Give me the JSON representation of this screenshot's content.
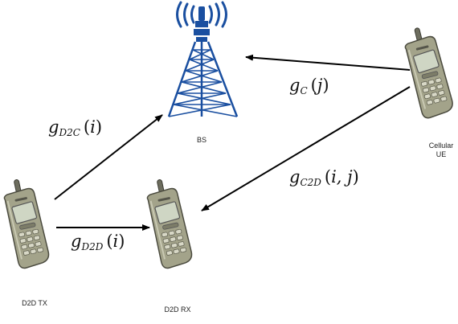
{
  "nodes": {
    "bs": "BS",
    "cellular_ue": [
      "Cellular",
      "UE"
    ],
    "d2d_tx": "D2D TX",
    "d2d_rx": "D2D RX"
  },
  "channels": {
    "g_c": {
      "symbol": "g",
      "subscript": "C",
      "argument": "j"
    },
    "g_d2c": {
      "symbol": "g",
      "subscript": "D2C",
      "argument": "i"
    },
    "g_c2d": {
      "symbol": "g",
      "subscript": "C2D",
      "argument": "i, j"
    },
    "g_d2d": {
      "symbol": "g",
      "subscript": "D2D",
      "argument": "i"
    }
  },
  "colors": {
    "tower": "#1a4fa0",
    "signal": "#1a4fa0",
    "phone_body": "#9a9a82",
    "phone_screen": "#cfd6c4",
    "arrow": "#000000"
  },
  "icons": {
    "tower": "radio-tower-icon",
    "phone": "mobile-phone-icon"
  }
}
